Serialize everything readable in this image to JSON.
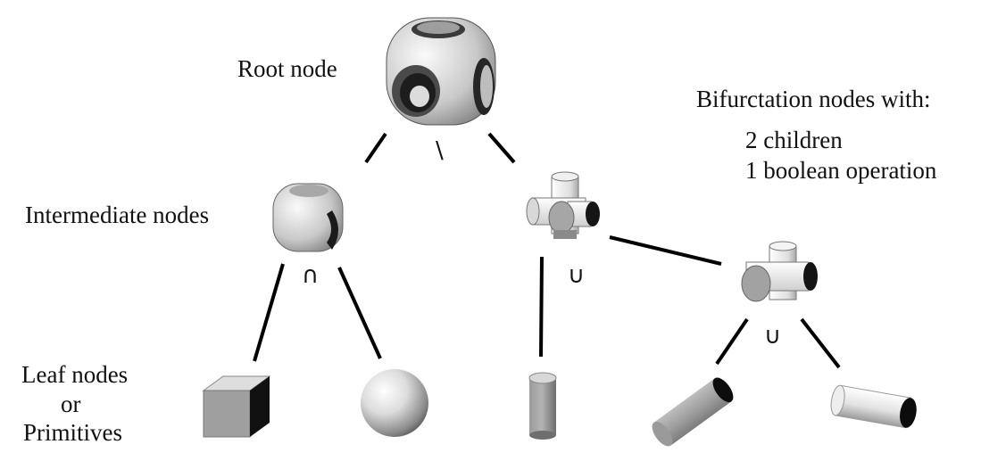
{
  "labels": {
    "root": "Root node",
    "intermediate": "Intermediate nodes",
    "leaf_line1": "Leaf nodes",
    "leaf_line2": "or",
    "leaf_line3": "Primitives",
    "bif_title": "Bifurctation nodes with:",
    "bif_item1": "2 children",
    "bif_item2": "1 boolean operation"
  },
  "operators": {
    "root_difference": "\\",
    "left_intersection": "∩",
    "right_union": "∪",
    "subtree_union": "∪"
  },
  "nodes": [
    {
      "name": "root-node",
      "shape": "sphere-cube-with-cylindrical-holes"
    },
    {
      "name": "intermediate-left",
      "shape": "rounded-cube"
    },
    {
      "name": "intermediate-right",
      "shape": "cross-of-cylinders"
    },
    {
      "name": "intermediate-subtree",
      "shape": "two-crossed-cylinders"
    },
    {
      "name": "leaf-cube",
      "shape": "cube"
    },
    {
      "name": "leaf-sphere",
      "shape": "sphere"
    },
    {
      "name": "leaf-cylinder-vertical",
      "shape": "cylinder"
    },
    {
      "name": "leaf-cylinder-tilted",
      "shape": "cylinder"
    },
    {
      "name": "leaf-cylinder-horizontal",
      "shape": "cylinder"
    }
  ],
  "colors": {
    "edge": "#000000",
    "shape_light": "#f2f2f2",
    "shape_mid": "#a6a6a6",
    "shape_dark": "#1a1a1a"
  }
}
